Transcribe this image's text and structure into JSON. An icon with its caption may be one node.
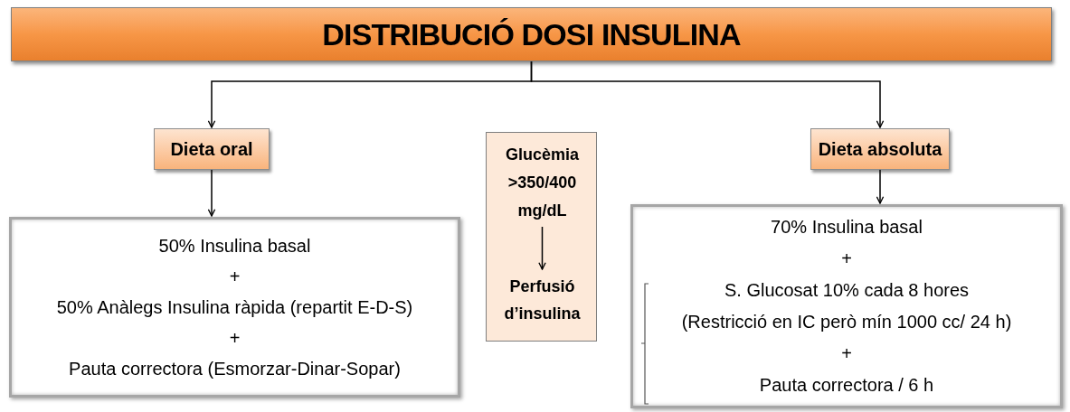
{
  "diagram": {
    "nodes": [
      {
        "text": [
          "DISTRIBUCIÓ DOSI INSULINA"
        ]
      },
      {
        "text": [
          "Dieta oral"
        ]
      },
      {
        "text": [
          "50% Insulina basal",
          "+",
          "50% Anàlegs Insulina ràpida (repartit E-D-S)",
          "+",
          "Pauta correctora (Esmorzar-Dinar-Sopar)"
        ]
      },
      {
        "text": [],
        "shape": "box"
      },
      {
        "text": [
          "Glucèmia >350/400 mg/dL"
        ],
        "in": 3
      },
      {
        "text": [
          "Perfusió d’insulina"
        ],
        "in": 3
      },
      {
        "text": [
          "Dieta absoluta"
        ]
      },
      {
        "text": [
          "70% Insulina basal",
          "+",
          "S. Glucosat 10% cada 8 hores",
          "(Restricció en IC però mín 1000 cc/ 24 h)",
          "+",
          "Pauta correctora / 6 h"
        ]
      }
    ],
    "edges": [
      {
        "from": 0,
        "to": 1,
        "arrow": "to"
      },
      {
        "from": 0,
        "to": 6,
        "arrow": "to"
      },
      {
        "from": 1,
        "to": 2,
        "arrow": "to"
      },
      {
        "from": 6,
        "to": 7,
        "arrow": "to"
      },
      {
        "from": 4,
        "to": 5,
        "arrow": "to"
      }
    ]
  }
}
